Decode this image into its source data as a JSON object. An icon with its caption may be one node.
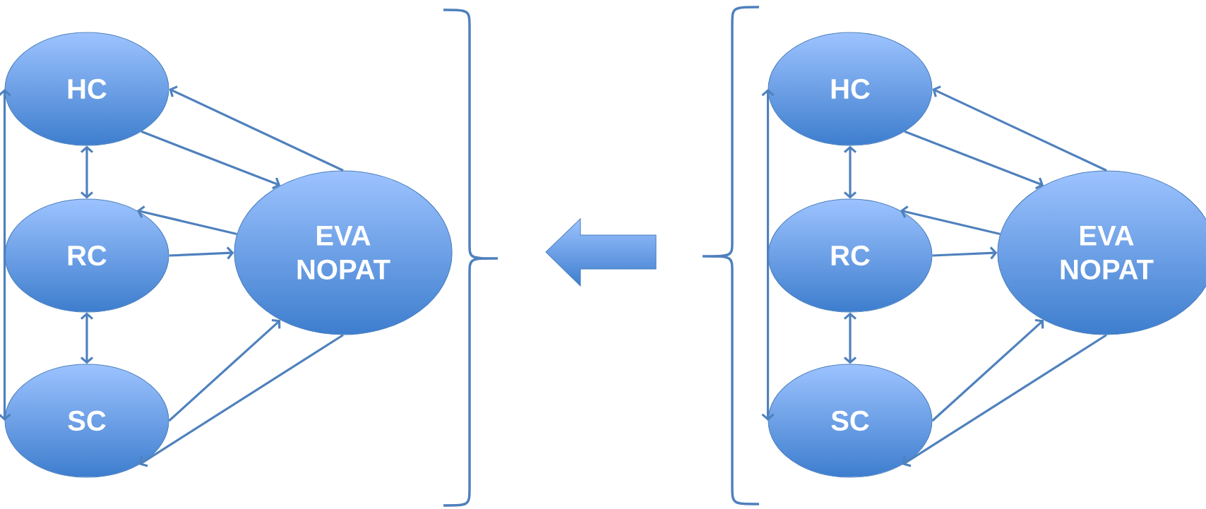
{
  "diagram": {
    "nodes": [
      {
        "text": [
          "HC"
        ]
      },
      {
        "text": [
          "RC"
        ]
      },
      {
        "text": [
          "SC"
        ]
      },
      {
        "text": [
          "EVA NOPAT"
        ]
      },
      {
        "text": [
          "HC"
        ]
      },
      {
        "text": [
          "RC"
        ]
      },
      {
        "text": [
          "SC"
        ]
      },
      {
        "text": [
          "EVA NOPAT"
        ]
      }
    ],
    "edges": [
      {
        "from": 3,
        "to": 0,
        "arrow": "to"
      },
      {
        "from": 0,
        "to": 3,
        "arrow": "to"
      },
      {
        "from": 0,
        "to": 1,
        "arrow": "both"
      },
      {
        "from": 1,
        "to": 2,
        "arrow": "both"
      },
      {
        "from": 3,
        "to": 1,
        "arrow": "to"
      },
      {
        "from": 1,
        "to": 3,
        "arrow": "to"
      },
      {
        "from": 2,
        "to": 3,
        "arrow": "to"
      },
      {
        "from": 3,
        "to": 2,
        "arrow": "to"
      },
      {
        "from": 0,
        "to": 2,
        "arrow": "both"
      },
      {
        "from": 7,
        "to": 4,
        "arrow": "to"
      },
      {
        "from": 4,
        "to": 7,
        "arrow": "to"
      },
      {
        "from": 4,
        "to": 5,
        "arrow": "both"
      },
      {
        "from": 5,
        "to": 6,
        "arrow": "both"
      },
      {
        "from": 7,
        "to": 5,
        "arrow": "to"
      },
      {
        "from": 5,
        "to": 7,
        "arrow": "to"
      },
      {
        "from": 6,
        "to": 7,
        "arrow": "to"
      },
      {
        "from": 7,
        "to": 6,
        "arrow": "to"
      },
      {
        "from": 4,
        "to": 6,
        "arrow": "both"
      }
    ]
  }
}
